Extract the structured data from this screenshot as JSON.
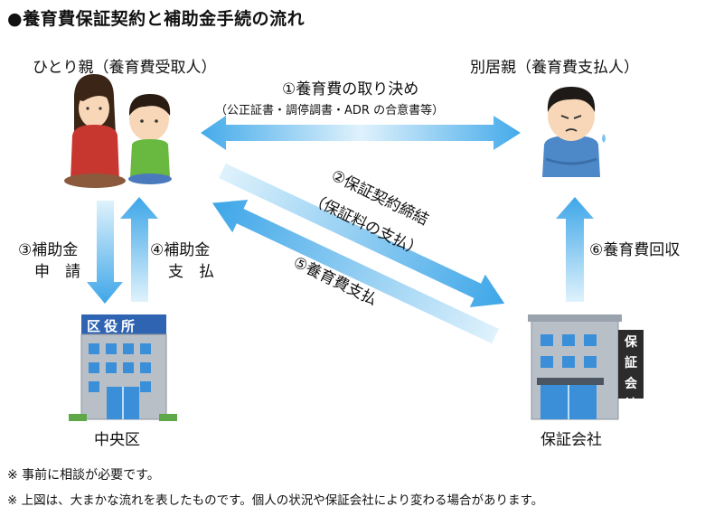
{
  "title": "●養育費保証契約と補助金手続の流れ",
  "parties": {
    "single_parent": "ひとり親（養育費受取人）",
    "separated_parent": "別居親（養育費支払人）",
    "ward_office_sign": "区役所",
    "ward_office": "中央区",
    "guarantee_company_sign": "保証会社",
    "guarantee_company": "保証会社"
  },
  "flows": {
    "step1_title": "①養育費の取り決め",
    "step1_detail": "（公正証書・調停調書・ADR の合意書等）",
    "step2_title": "②保証契約締結",
    "step2_detail": "（保証料の支払）",
    "step3_line1": "③補助金",
    "step3_line2": "申　請",
    "step4_line1": "④補助金",
    "step4_line2": "支　払",
    "step5": "⑤養育費支払",
    "step6": "⑥養育費回収"
  },
  "notes": [
    "※ 事前に相談が必要です。",
    "※ 上図は、大まかな流れを表したものです。個人の状況や保証会社により変わる場合があります。"
  ],
  "colors": {
    "arrow_light": "#d6eefa",
    "arrow_dark": "#43a9e8",
    "building": "#9aa3ad",
    "window": "#3a8fd8"
  }
}
